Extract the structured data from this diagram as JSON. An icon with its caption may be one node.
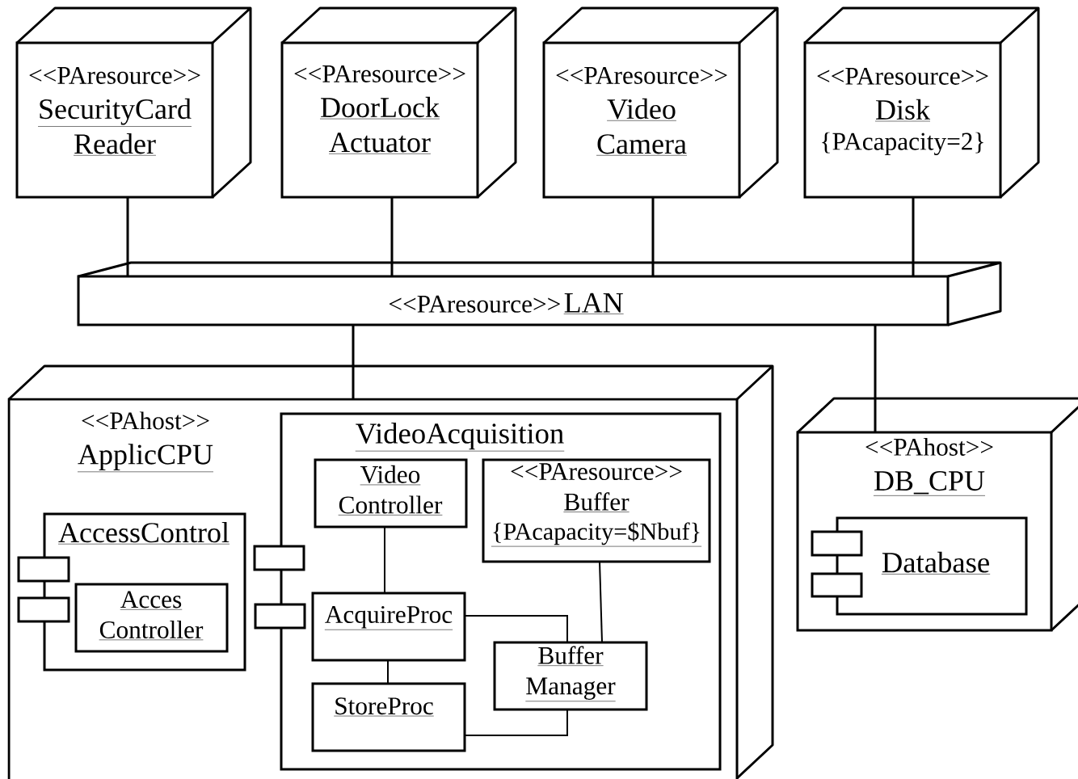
{
  "diagram": {
    "nodes": [
      {
        "text": [
          "<<PAresource>>",
          "SecurityCard Reader"
        ]
      },
      {
        "text": [
          "<<PAresource>>",
          "DoorLock Actuator"
        ]
      },
      {
        "text": [
          "<<PAresource>>",
          "Video Camera"
        ]
      },
      {
        "text": [
          "<<PAresource>>",
          "Disk",
          "{PAcapacity=2}"
        ]
      },
      {
        "text": [
          "<<PAresource>>",
          "LAN"
        ]
      },
      {
        "text": [
          "<<PAhost>>",
          "ApplicCPU"
        ]
      },
      {
        "text": [
          "AccessControl"
        ],
        "in": 5
      },
      {
        "text": [
          "Acces Controller"
        ],
        "in": 6
      },
      {
        "text": [
          "VideoAcquisition"
        ],
        "in": 5
      },
      {
        "text": [
          "Video Controller"
        ],
        "in": 8
      },
      {
        "text": [
          "<<PAresource>>",
          "Buffer",
          "{PAcapacity=$Nbuf}"
        ],
        "in": 8
      },
      {
        "text": [
          "AcquireProc"
        ],
        "in": 8
      },
      {
        "text": [
          "StoreProc"
        ],
        "in": 8
      },
      {
        "text": [
          "Buffer Manager"
        ],
        "in": 8
      },
      {
        "text": [
          "<<PAhost>>",
          "DB_CPU"
        ]
      },
      {
        "text": [
          "Database"
        ],
        "in": 14
      }
    ],
    "edges": [
      {
        "from": 0,
        "to": 4,
        "arrow": "none"
      },
      {
        "from": 1,
        "to": 4,
        "arrow": "none"
      },
      {
        "from": 2,
        "to": 4,
        "arrow": "none"
      },
      {
        "from": 3,
        "to": 4,
        "arrow": "none"
      },
      {
        "from": 4,
        "to": 5,
        "arrow": "none"
      },
      {
        "from": 4,
        "to": 14,
        "arrow": "none"
      },
      {
        "from": 9,
        "to": 11,
        "arrow": "none"
      },
      {
        "from": 11,
        "to": 12,
        "arrow": "none"
      },
      {
        "from": 11,
        "to": 13,
        "arrow": "none"
      },
      {
        "from": 12,
        "to": 13,
        "arrow": "none"
      },
      {
        "from": 10,
        "to": 13,
        "arrow": "none"
      }
    ]
  }
}
